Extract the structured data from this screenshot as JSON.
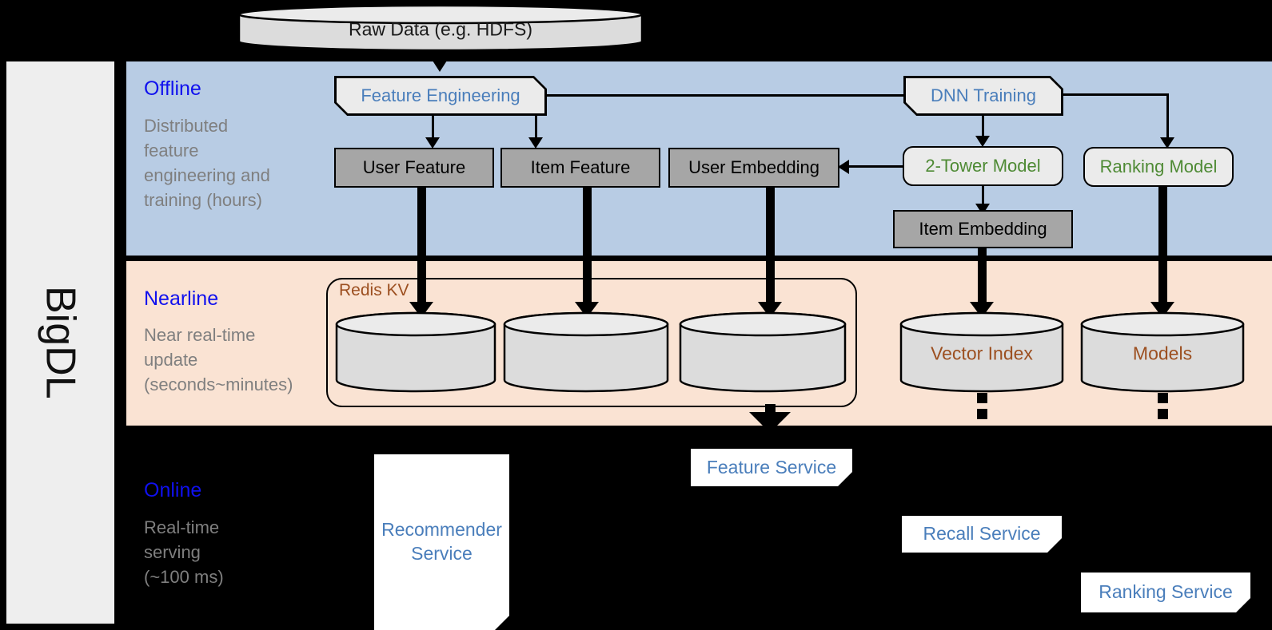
{
  "framework": {
    "name": "BigDL"
  },
  "source": {
    "raw_data_label": "Raw Data (e.g. HDFS)"
  },
  "bands": [
    {
      "id": "offline",
      "title": "Offline",
      "subtitle": "Distributed\nfeature\nengineering and\ntraining (hours)",
      "bg_color": "#b8cce4",
      "title_color": "#1010ee"
    },
    {
      "id": "nearline",
      "title": "Nearline",
      "subtitle": "Near real-time\nupdate\n(seconds~minutes)",
      "bg_color": "#fae3d3",
      "title_color": "#1010ee"
    },
    {
      "id": "online",
      "title": "Online",
      "subtitle": "Real-time\nserving\n(~100 ms)",
      "bg_color": "#000000",
      "title_color": "#1010ee"
    }
  ],
  "offline": {
    "feature_engineering": "Feature Engineering",
    "dnn_training": "DNN Training",
    "user_feature": "User Feature",
    "item_feature": "Item Feature",
    "user_embedding": "User Embedding",
    "two_tower_model": "2-Tower Model",
    "ranking_model": "Ranking Model",
    "item_embedding": "Item Embedding"
  },
  "nearline": {
    "redis_kv": "Redis KV",
    "store_1": "",
    "store_2": "",
    "store_3": "",
    "vector_index": "Vector Index",
    "models": "Models"
  },
  "online": {
    "recommender_service": "Recommender\nService",
    "feature_service": "Feature Service",
    "recall_service": "Recall Service",
    "ranking_service": "Ranking Service"
  },
  "colors": {
    "accent_blue": "#4a7ebb",
    "accent_green": "#4e8a34",
    "accent_brown": "#9c4f20",
    "label_blue": "#1010ee",
    "label_gray": "#7f7f7f",
    "offline_bg": "#b8cce4",
    "nearline_bg": "#fae3d3",
    "online_bg": "#000000",
    "data_box": "#a6a6a6",
    "process_box": "#ebebeb"
  }
}
